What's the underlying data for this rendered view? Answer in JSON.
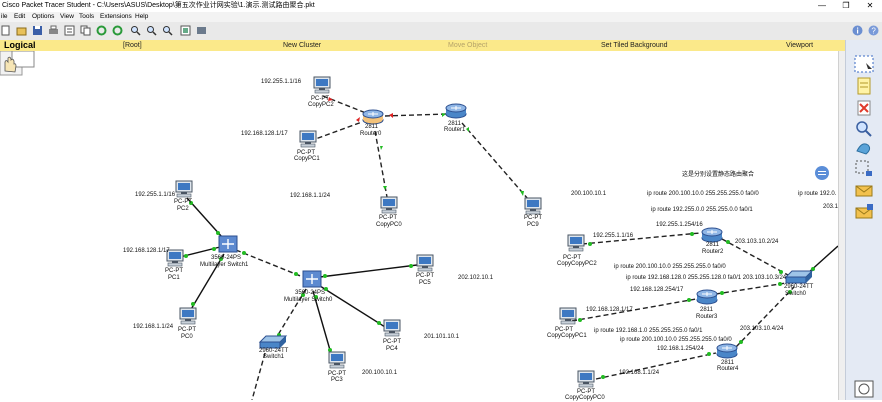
{
  "window": {
    "title": "Cisco Packet Tracer Student - C:\\Users\\ASUS\\Desktop\\第五次作业计网实验\\1.演示.测试路由聚合.pkt",
    "minimize": "—",
    "restore": "❐",
    "close": "✕"
  },
  "menu": [
    "ile",
    "Edit",
    "Options",
    "View",
    "Tools",
    "Extensions",
    "Help"
  ],
  "workspace_bar": {
    "mode": "Logical",
    "root": "[Root]",
    "new_cluster": "New Cluster",
    "move_object": "Move Object",
    "tiled_background": "Set Tiled Background",
    "viewport": "Viewport"
  },
  "devices": {
    "pc_copypc2_type": "PC-PT",
    "pc_copypc2_name": "CopyPC2",
    "pc_copypc1_type": "PC-PT",
    "pc_copypc1_name": "CopyPC1",
    "pc_copypc0_type": "PC-PT",
    "pc_copypc0_name": "CopyPC0",
    "router0_model": "2811",
    "router0_name": "Router0",
    "router1_model": "2811",
    "router1_name": "Router1",
    "pc9_type": "PC-PT",
    "pc9_name": "PC9",
    "pc2_type": "PC-PT",
    "pc2_name": "PC2",
    "pc1_type": "PC-PT",
    "pc1_name": "PC1",
    "pc0_type": "PC-PT",
    "pc0_name": "PC0",
    "ms1_model": "3560-24PS",
    "ms1_name": "Multilayer Switch1",
    "ms0_model": "3560-24PS",
    "ms0_name": "Multilayer Switch0",
    "pc5_type": "PC-PT",
    "pc5_name": "PC5",
    "pc4_type": "PC-PT",
    "pc4_name": "PC4",
    "pc3_type": "PC-PT",
    "pc3_name": "PC3",
    "sw1_model": "2960-24TT",
    "sw1_name": "Switch1",
    "ccpc2_type": "PC-PT",
    "ccpc2_name": "CopyCopyPC2",
    "ccpc1_type": "PC-PT",
    "ccpc1_name": "CopyCopyPC1",
    "ccpc0_type": "PC-PT",
    "ccpc0_name": "CopyCopyPC0",
    "router2_model": "2811",
    "router2_name": "Router2",
    "router3_model": "2811",
    "router3_name": "Router3",
    "router4_model": "2811",
    "router4_name": "Router4",
    "sw0_model": "2960-24TT",
    "sw0_name": "Switch0"
  },
  "annotations": {
    "a1": "192.255.1.1/16",
    "a2": "192.168.128.1/17",
    "a3": "192.168.1.1/24",
    "a4": "192.255.1.1/16",
    "a5": "192.168.128.1/17",
    "a6": "192.168.1.1/24",
    "a7": "202.102.10.1",
    "a8": "201.101.10.1",
    "a9": "200.100.10.1",
    "a10": "200.100.10.1",
    "a11": "这是分别设置静态路由聚合",
    "a12": "ip route 200.100.10.0 255.255.255.0 fa0/0",
    "a13": "ip route 192.255.0.0 255.255.0.0 fa0/1",
    "a14": "192.255.1.254/16",
    "a15": "192.255.1.1/16",
    "a16": "203.103.10.2/24",
    "a17": "ip route 200.100.10.0 255.255.255.0 fa0/0",
    "a18": "ip route 192.168.128.0 255.255.128.0 fa0/1 203.103.10.3/24",
    "a19": "192.168.128.254/17",
    "a20": "192.168.128.1/17",
    "a21": "ip route 192.168.1.0 255.255.255.0 fa0/1",
    "a22": "ip route 200.100.10.0 255.255.255.0 fa0/0",
    "a23": "203.103.10.4/24",
    "a24": "192.168.1.254/24",
    "a25": "192.168.1.1/24",
    "a26": "ip route 192.0.",
    "a27": "203.1"
  },
  "colors": {
    "workspace_bar": "#fbe98a",
    "link_up": "#22bb22",
    "link_down": "#dd2222",
    "router": "#4a86c8",
    "router0_highlight": "#f3c27a"
  }
}
